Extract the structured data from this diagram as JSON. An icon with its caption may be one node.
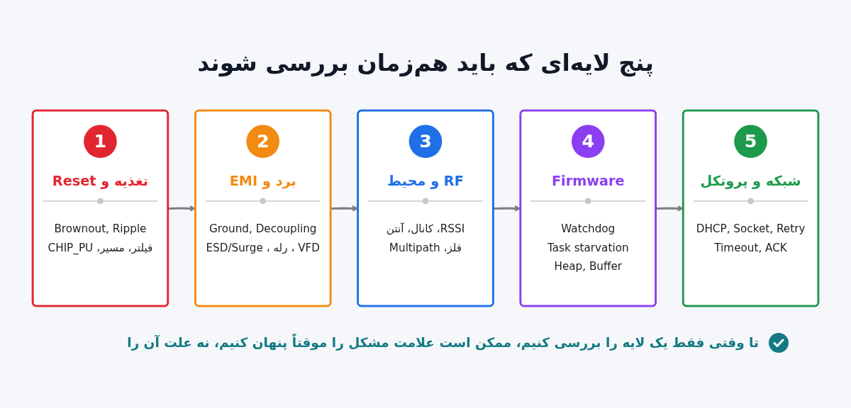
{
  "diagram": {
    "title": "پنج لایه‌ای که باید هم‌زمان بررسی شوند",
    "nodes": [
      {
        "text": [
          "1",
          "تغذیه و Reset",
          "Brownout, Ripple",
          "فیلتر، مسیر، CHIP_PU"
        ]
      },
      {
        "text": [
          "2",
          "برد و EMI",
          "Ground, Decoupling",
          "VFD ، رله ، ESD/Surge"
        ]
      },
      {
        "text": [
          "3",
          "RF و محیط",
          "RSSI، کانال، آنتن",
          "فلز، Multipath"
        ]
      },
      {
        "text": [
          "4",
          "Firmware",
          "Watchdog",
          "Task starvation",
          "Heap, Buffer"
        ]
      },
      {
        "text": [
          "5",
          "شبکه و پروتکل",
          "DHCP, Socket, Retry",
          "Timeout, ACK"
        ]
      }
    ],
    "edges": [
      {
        "from": 0,
        "to": 1,
        "arrow": "to"
      },
      {
        "from": 1,
        "to": 2,
        "arrow": "to"
      },
      {
        "from": 2,
        "to": 3,
        "arrow": "to"
      },
      {
        "from": 3,
        "to": 4,
        "arrow": "to"
      }
    ],
    "caption": "تا وقتی فقط یک لایه را بررسی کنیم، ممکن است علامت مشکل را موقتاً پنهان کنیم، نه علت آن را"
  }
}
